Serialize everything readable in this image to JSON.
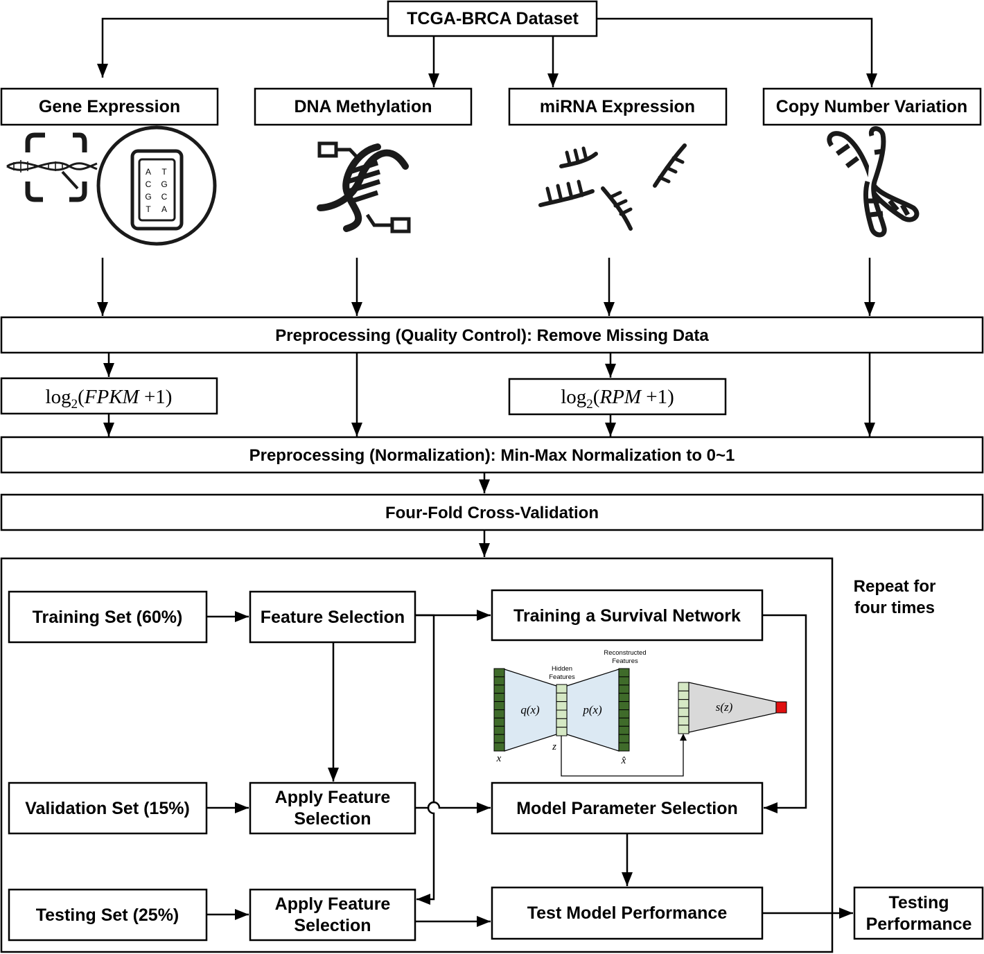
{
  "dataset": "TCGA-BRCA Dataset",
  "omics": {
    "gene_expression": "Gene Expression",
    "dna_methylation": "DNA Methylation",
    "mirna_expression": "miRNA Expression",
    "copy_number_variation": "Copy Number Variation"
  },
  "gene_icon_letters": {
    "left": [
      "A",
      "C",
      "G",
      "T"
    ],
    "right": [
      "T",
      "G",
      "C",
      "A"
    ]
  },
  "preprocessing_qc": "Preprocessing (Quality Control): Remove Missing Data",
  "log_fpkm": {
    "log": "log",
    "sub": "2",
    "open": "(",
    "var": "FPKM",
    "rest": " +1)"
  },
  "log_rpm": {
    "log": "log",
    "sub": "2",
    "open": "(",
    "var": "RPM",
    "rest": " +1)"
  },
  "preprocessing_norm": "Preprocessing (Normalization): Min-Max Normalization to 0~1",
  "cross_validation": "Four-Fold Cross-Validation",
  "repeat_note": [
    "Repeat for",
    "four times"
  ],
  "sets": {
    "training": "Training Set (60%)",
    "validation": "Validation Set (15%)",
    "testing": "Testing Set (25%)"
  },
  "feature_selection": "Feature Selection",
  "apply_feature_selection": [
    "Apply Feature",
    "Selection"
  ],
  "training_network": "Training a Survival Network",
  "model_parameter_selection": "Model Parameter Selection",
  "test_model_performance": "Test Model Performance",
  "testing_performance": [
    "Testing",
    "Performance"
  ],
  "network": {
    "hidden_features": [
      "Hidden",
      "Features"
    ],
    "reconstructed_features": [
      "Reconstructed",
      "Features"
    ],
    "encoder": "q(x)",
    "decoder": "p(x)",
    "survival": "s(z)",
    "x_label": "x",
    "z_label": "z",
    "xhat_label": "x̂"
  },
  "colors": {
    "layer_dark_green": "#3f6b2a",
    "layer_light_green": "#d5e8c4",
    "autoencoder_fill": "#dce9f3",
    "survival_fill": "#d9d9d9",
    "output_node": "#e01010"
  }
}
